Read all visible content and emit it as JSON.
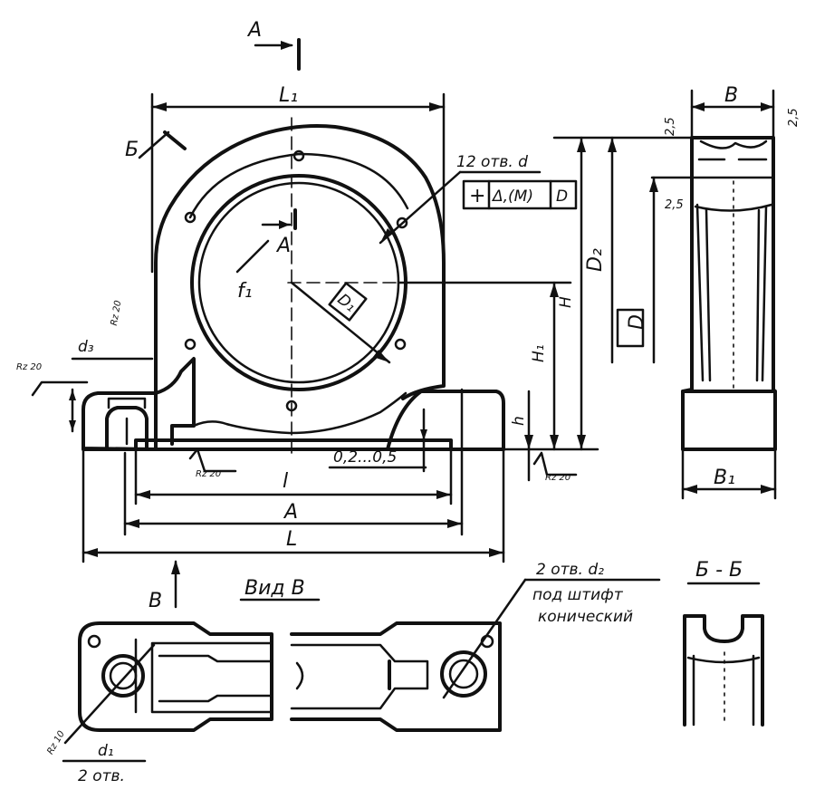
{
  "section_marks": {
    "a_top": "А",
    "a_circle": "А",
    "b_top": "Б",
    "b_view": "В"
  },
  "dims": {
    "L1": "L₁",
    "B": "B",
    "B1": "B₁",
    "D2": "D₂",
    "D": "D",
    "H": "H",
    "H1": "H₁",
    "h": "h",
    "d3": "d₃",
    "l": "l",
    "A": "A",
    "L": "L",
    "D1": "D₁",
    "f1": "f₁",
    "t25a": "2,5",
    "t25b": "2,5",
    "t25c": "2,5",
    "tol": "0,2...0,5"
  },
  "roughness": {
    "r1": "Rz 20",
    "r2": "Rz 20",
    "r3": "Rz 20",
    "r4": "Rz 20",
    "r5": "Rz 10"
  },
  "notes": {
    "holes12": "12 отв. d",
    "frame_plus": "+",
    "frame_tri": "Δ,(M)",
    "frame_d": "D",
    "view_b_title": "Вид В",
    "holes2_line1": "2 отв. d₂",
    "holes2_line2": "под штифт",
    "holes2_line3": "конический",
    "d1": "d₁",
    "holes_d1": "2 отв.",
    "section_bb": "Б - Б"
  }
}
